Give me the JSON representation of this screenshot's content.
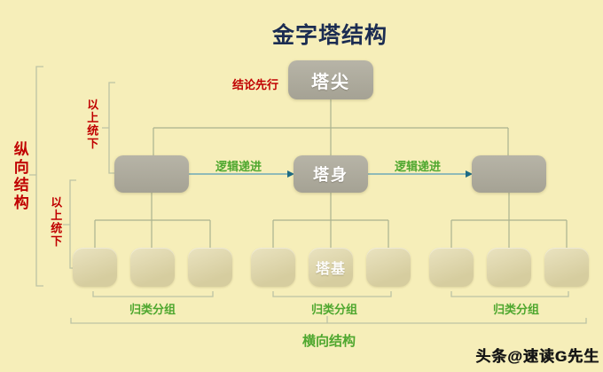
{
  "title": "金字塔结构",
  "colors": {
    "background": "#f6eeb9",
    "title": "#1b2c52",
    "red_label": "#c00000",
    "green_label": "#4ea72e",
    "node_fill": "#a8a598",
    "bottom_node_fill": "#dcd4a6",
    "connector_line": "#aab28f",
    "bracket_line": "#bdc3a4",
    "arrow_line": "#6ea9b8",
    "arrowhead": "#1d6b85"
  },
  "nodes": {
    "top": {
      "label": "塔尖"
    },
    "middle_center": {
      "label": "塔身"
    },
    "bottom_center": {
      "label": "塔基"
    }
  },
  "labels": {
    "conclusion_first": "结论先行",
    "logic_left": "逻辑递进",
    "logic_right": "逻辑递进",
    "top_down_upper": "以上统下",
    "top_down_lower": "以上统下",
    "vertical_structure": "纵向结构",
    "horizontal_structure": "横向结构",
    "group_left": "归类分组",
    "group_middle": "归类分组",
    "group_right": "归类分组"
  },
  "watermark": "头条@速读G先生"
}
